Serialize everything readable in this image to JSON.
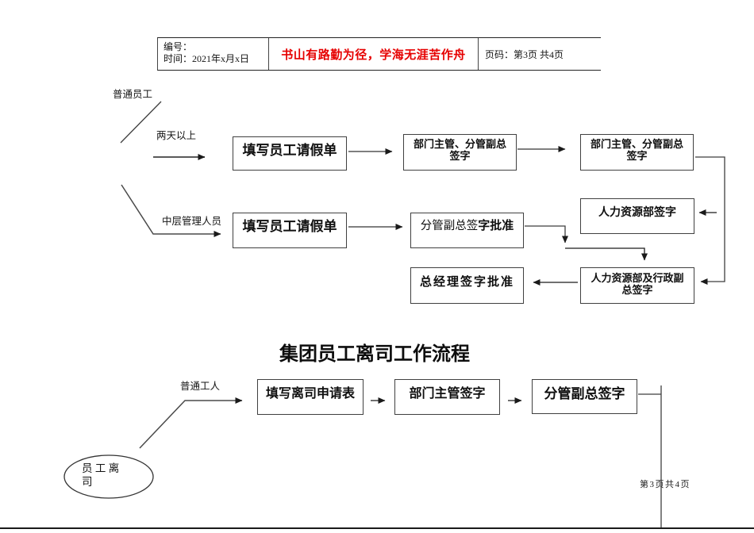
{
  "header": {
    "code_label": "编号：",
    "time_label": "时间：2021年x月x日",
    "slogan": "书山有路勤为径，学海无涯苦作舟",
    "page_label": "页码：第3页 共4页"
  },
  "leave_flow": {
    "label_regular_staff": "普通员工",
    "label_two_days": "两天以上",
    "label_middle_mgmt": "中层管理人员",
    "box_fill_leave_1": "填写员工请假单",
    "box_dept_vp_sign_1": "部门主管、分管副总\n签字",
    "box_dept_vp_sign_2": "部门主管、分管副总\n签字",
    "box_fill_leave_2": "填写员工请假单",
    "box_vp_approve_part1": "分管副总签",
    "box_vp_approve_part2": "字批准",
    "box_hr_sign": "人力资源部签字",
    "box_gm_approve": "总经理签字批准",
    "box_hr_admin_sign": "人力资源部及行政副\n总签字"
  },
  "departure_flow": {
    "title": "集团员工离司工作流程",
    "label_worker": "普通工人",
    "box_fill_departure": "填写离司申请表",
    "box_dept_sign": "部门主管签字",
    "box_vp_sign": "分管副总签字",
    "terminator": "员 工 离\n司"
  },
  "footer": {
    "page_info": "第3页共4页"
  },
  "colors": {
    "slogan_red": "#e60000",
    "line": "#404040"
  }
}
